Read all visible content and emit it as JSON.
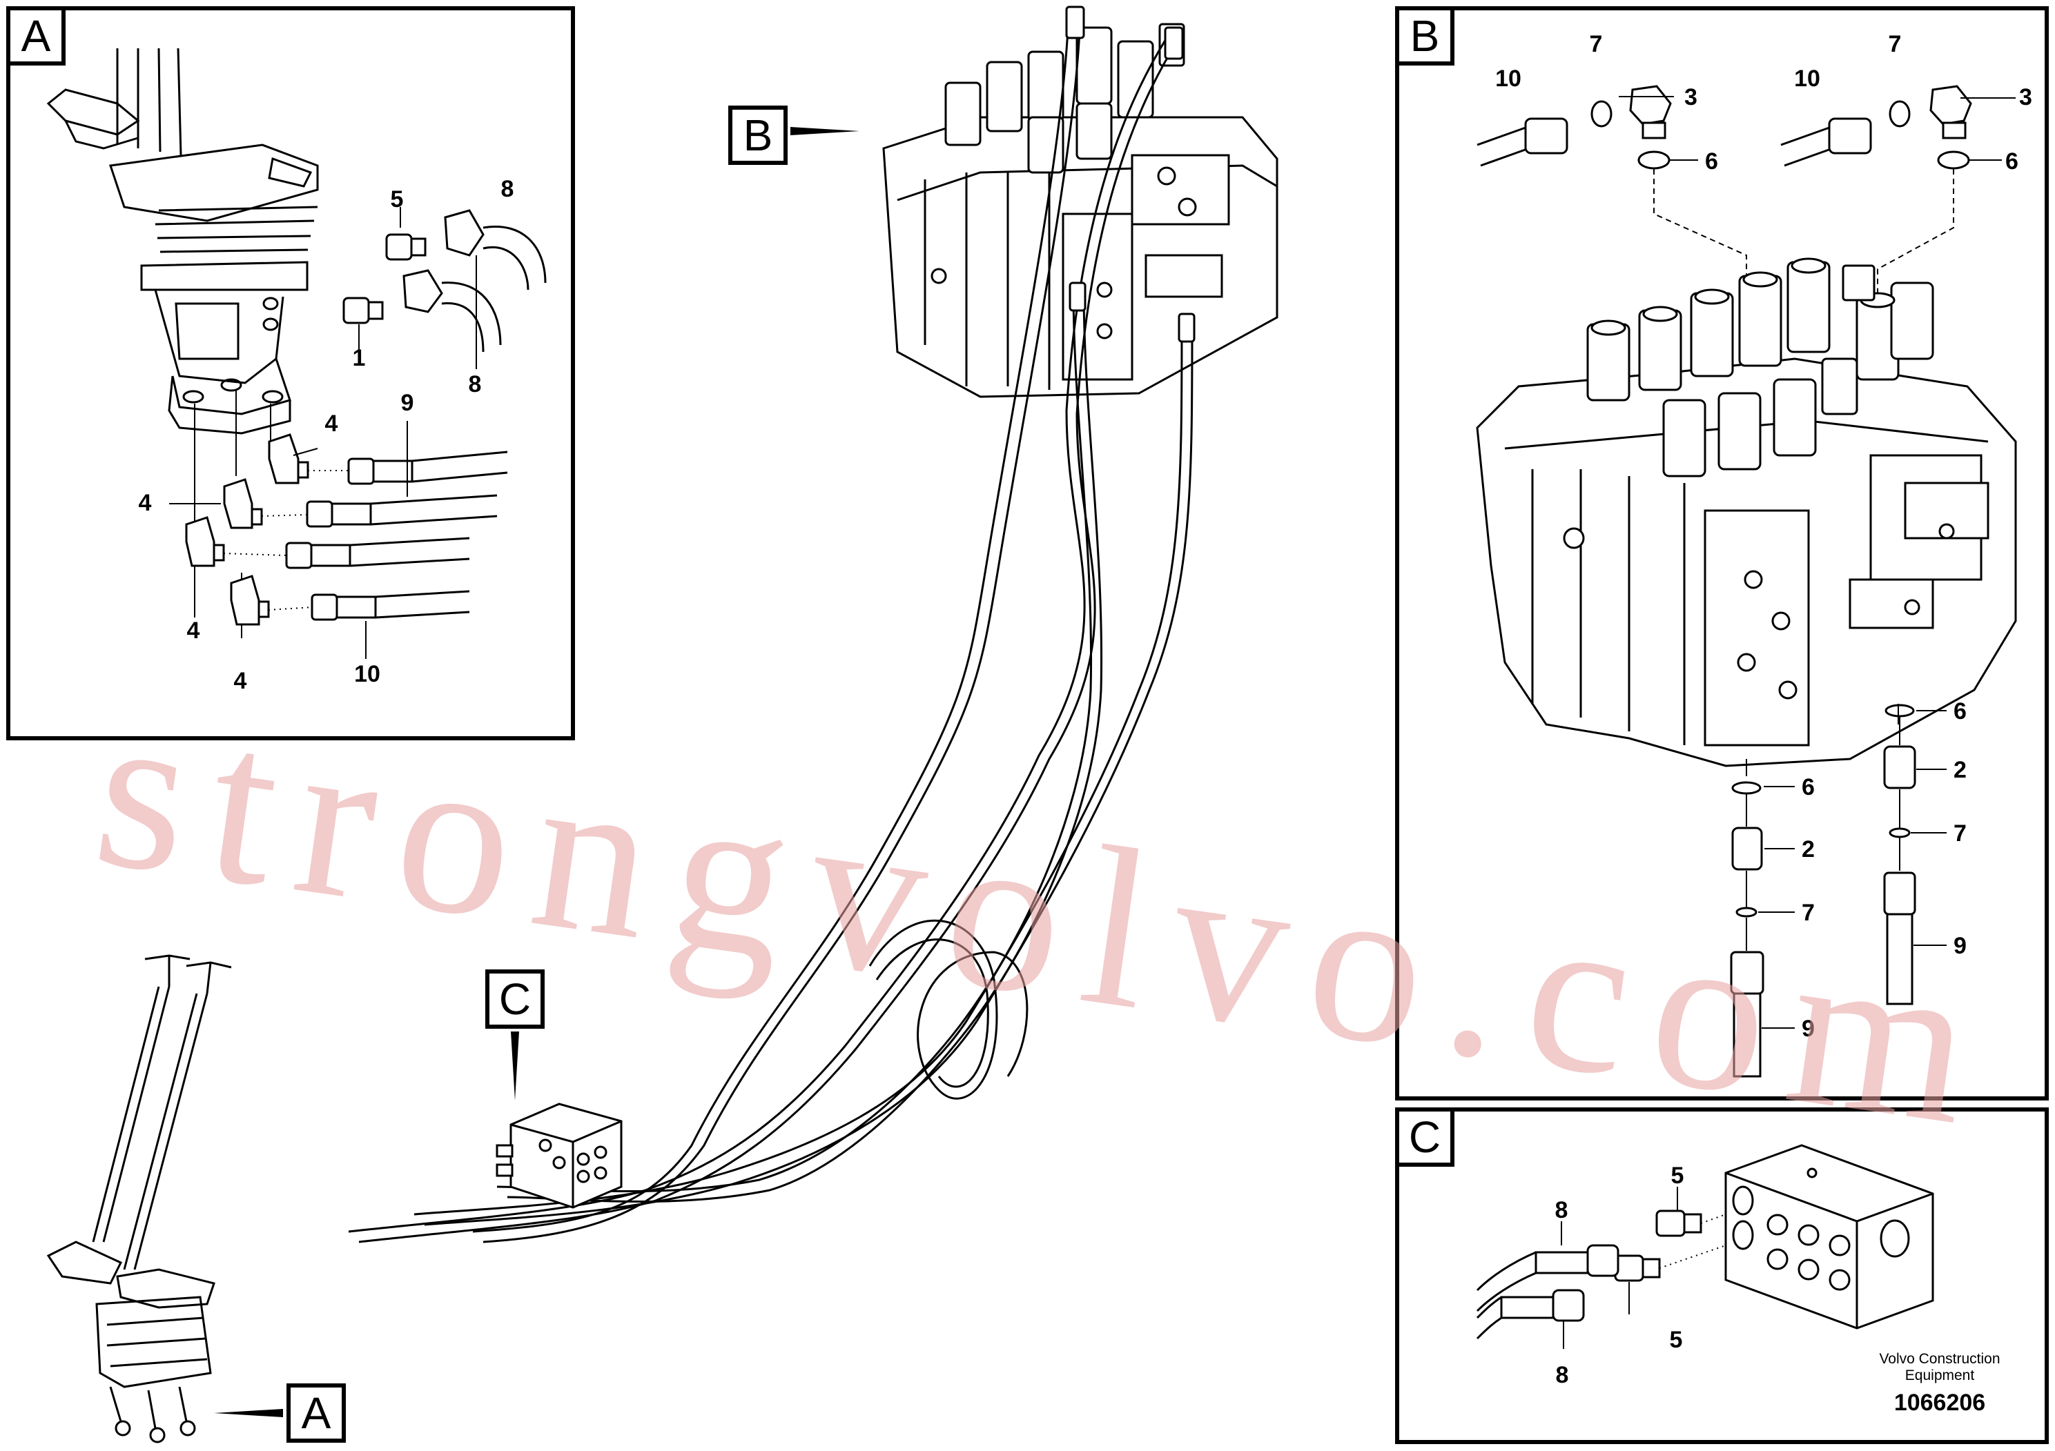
{
  "views": {
    "A": {
      "tag": "A"
    },
    "B": {
      "tag": "B"
    },
    "C": {
      "tag": "C"
    }
  },
  "callouts": {
    "main_a": "A",
    "main_b": "B",
    "main_c": "C"
  },
  "view_a_labels": {
    "n5": "5",
    "n8a": "8",
    "n1": "1",
    "n8b": "8",
    "n4a": "4",
    "n9": "9",
    "n4b": "4",
    "n4c": "4",
    "n4d": "4",
    "n10": "10"
  },
  "view_b_labels": {
    "n10a": "10",
    "n7a": "7",
    "n3a": "3",
    "n6a": "6",
    "n10b": "10",
    "n7b": "7",
    "n3b": "3",
    "n6b": "6",
    "n6c": "6",
    "n2a": "2",
    "n7c": "7",
    "n9a": "9",
    "n6d": "6",
    "n2b": "2",
    "n7d": "7",
    "n9b": "9"
  },
  "view_c_labels": {
    "n5a": "5",
    "n8a": "8",
    "n5b": "5",
    "n8b": "8"
  },
  "footer": {
    "company_line1": "Volvo Construction",
    "company_line2": "Equipment",
    "doc_number": "1066206"
  },
  "watermark": "strongvolvo.com"
}
